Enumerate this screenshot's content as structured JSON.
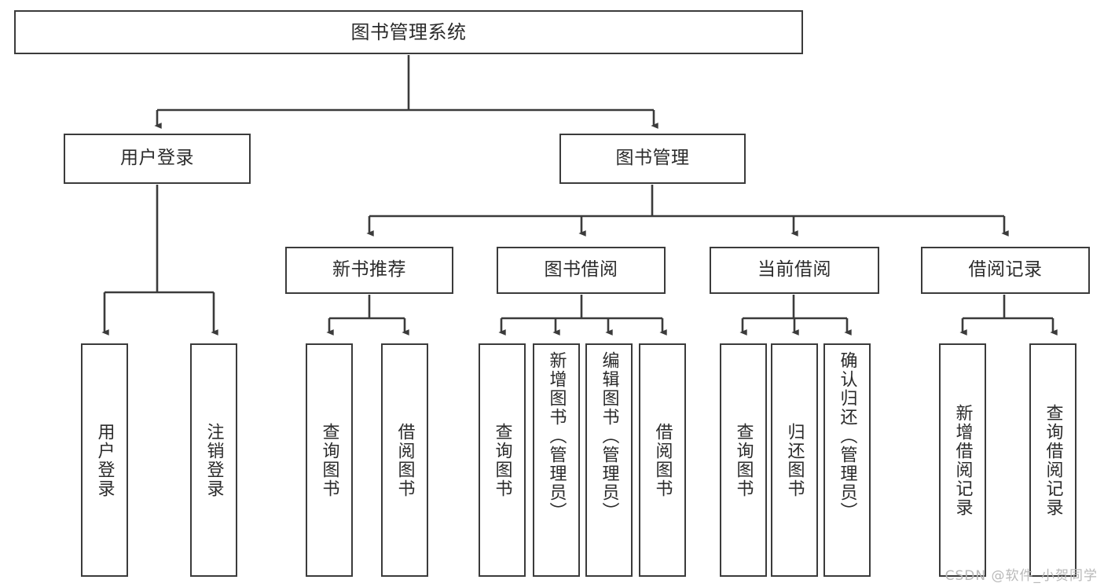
{
  "diagram": {
    "title": "图书管理系统",
    "watermark": "CSDN @软件_小贺同学",
    "line_color": "#3b3b3b",
    "box_fill": "#ffffff",
    "text_color": "#2b2b2b",
    "root": {
      "label": "图书管理系统"
    },
    "level2": [
      {
        "label": "用户登录"
      },
      {
        "label": "图书管理"
      }
    ],
    "level3": [
      {
        "label": "新书推荐"
      },
      {
        "label": "图书借阅"
      },
      {
        "label": "当前借阅"
      },
      {
        "label": "借阅记录"
      }
    ],
    "leaves": {
      "user_login": [
        {
          "label": "用户登录"
        },
        {
          "label": "注销登录"
        }
      ],
      "new_book": [
        {
          "label": "查询图书"
        },
        {
          "label": "借阅图书"
        }
      ],
      "book_borrow": [
        {
          "label": "查询图书"
        },
        {
          "label": "新增图书（管理员）"
        },
        {
          "label": "编辑图书（管理员）"
        },
        {
          "label": "借阅图书"
        }
      ],
      "current_borrow": [
        {
          "label": "查询图书"
        },
        {
          "label": "归还图书"
        },
        {
          "label": "确认归还（管理员）"
        }
      ],
      "borrow_record": [
        {
          "label": "新增借阅记录"
        },
        {
          "label": "查询借阅记录"
        }
      ]
    }
  }
}
